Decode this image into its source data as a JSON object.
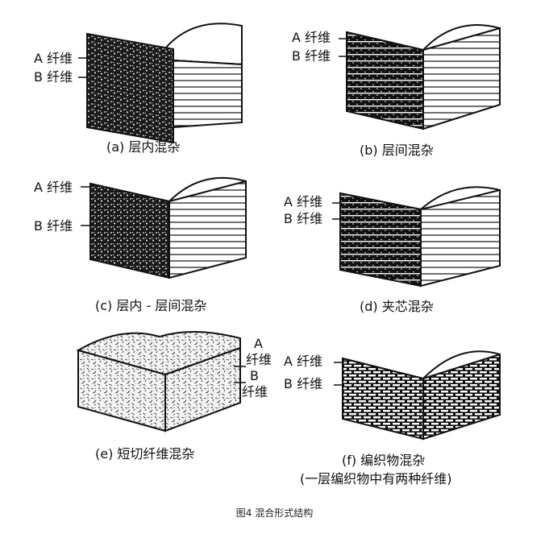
{
  "panels": [
    {
      "id": "a",
      "caption": "(a) 层内混杂",
      "labels": [
        "A 纤维",
        "B 纤维"
      ]
    },
    {
      "id": "b",
      "caption": "(b) 层间混杂",
      "labels": [
        "A 纤维",
        "B 纤维"
      ]
    },
    {
      "id": "c",
      "caption": "(c) 层内 - 层间混杂",
      "labels": [
        "A 纤维",
        "B 纤维"
      ]
    },
    {
      "id": "d",
      "caption": "(d) 夹芯混杂",
      "labels": [
        "A 纤维",
        "B 纤维"
      ]
    },
    {
      "id": "e",
      "caption": "(e) 短切纤维混杂",
      "labels": [
        "A",
        "纤维",
        "B",
        "纤维"
      ]
    },
    {
      "id": "f",
      "caption": "(f) 编织物混杂",
      "caption2": "(一层编织物中有两种纤维)",
      "labels": [
        "A 纤维",
        "B 纤维"
      ]
    }
  ],
  "figure_caption": "图4 混合形式结构"
}
